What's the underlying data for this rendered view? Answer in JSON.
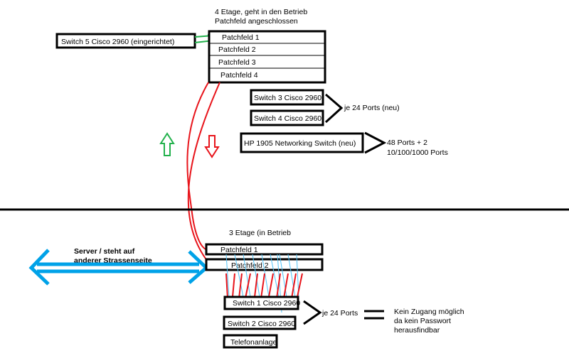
{
  "top_floor": {
    "heading_line1": "4 Etage, geht in den Betrieb",
    "heading_line2": "Patchfeld angeschlossen",
    "switch5": "Switch 5 Cisco 2960 (eingerichtet)",
    "patchfelder": [
      "Patchfeld 1",
      "Patchfeld 2",
      "Patchfeld 3",
      "Patchfeld 4"
    ],
    "switch3": "Switch 3 Cisco 2960",
    "switch4": "Switch 4 Cisco 2960",
    "group_ports": "je 24 Ports (neu)",
    "hp_switch": "HP 1905 Networking Switch  (neu)",
    "hp_ports_line1": "48 Ports + 2",
    "hp_ports_line2": "10/100/1000 Ports"
  },
  "bottom_floor": {
    "heading": "3 Etage (in Betrieb",
    "patchfelder": [
      "Patchfeld 1",
      "Patchfeld 2"
    ],
    "server_line1": "Server / steht auf",
    "server_line2": "anderer Strassenseite",
    "switch1": "Switch 1 Cisco 2960",
    "switch2": "Switch 2 Cisco 2960",
    "telefonanlage": "Telefonanlage",
    "group_ports": "je 24 Ports",
    "note_line1": "Kein Zugang möglich",
    "note_line2": "da kein Passwort",
    "note_line3": "herausfindbar"
  },
  "colors": {
    "red": "#e8141b",
    "green": "#22b14c",
    "blue": "#00a2e8",
    "light_blue": "#4fc3f7",
    "black": "#000000"
  }
}
